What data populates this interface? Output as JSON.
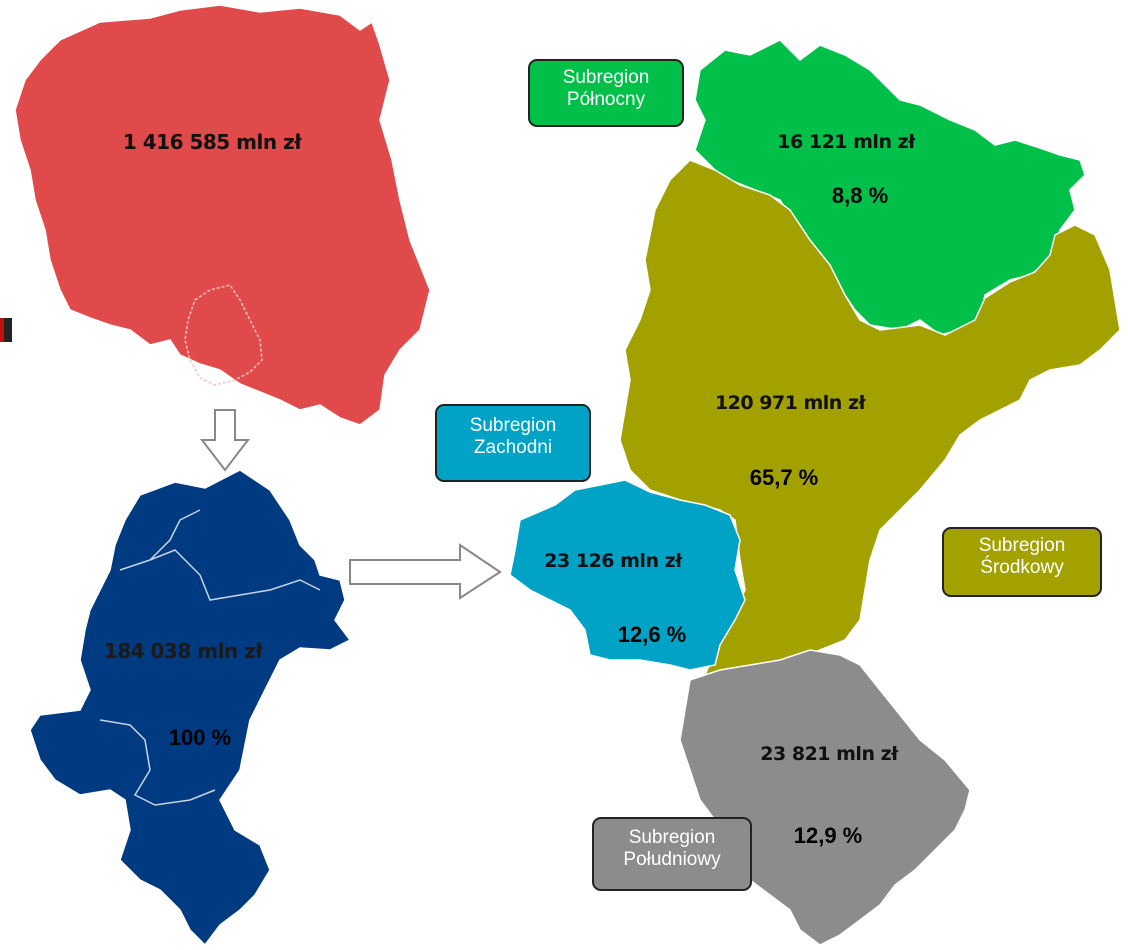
{
  "colors": {
    "poland": "#e04a4a",
    "silesia": "#003a80",
    "north": "#00c04a",
    "middle": "#a3a100",
    "west": "#00a3c6",
    "south": "#8c8c8c"
  },
  "regions": {
    "poland": {
      "value": "1 416 585 mln zł"
    },
    "silesia": {
      "value": "184 038 mln zł",
      "pct": "100 %"
    },
    "north": {
      "name_line1": "Subregion",
      "name_line2": "Północny",
      "value": "16 121 mln zł",
      "pct": "8,8 %"
    },
    "middle": {
      "name_line1": "Subregion",
      "name_line2": "Środkowy",
      "value": "120 971 mln zł",
      "pct": "65,7 %"
    },
    "west": {
      "name_line1": "Subregion",
      "name_line2": "Zachodni",
      "value": "23 126 mln zł",
      "pct": "12,6 %"
    },
    "south": {
      "name_line1": "Subregion",
      "name_line2": "Południowy",
      "value": "23 821 mln zł",
      "pct": "12,9 %"
    }
  },
  "icons": {
    "down_arrow": "down-arrow-icon",
    "right_arrow": "right-arrow-icon"
  }
}
